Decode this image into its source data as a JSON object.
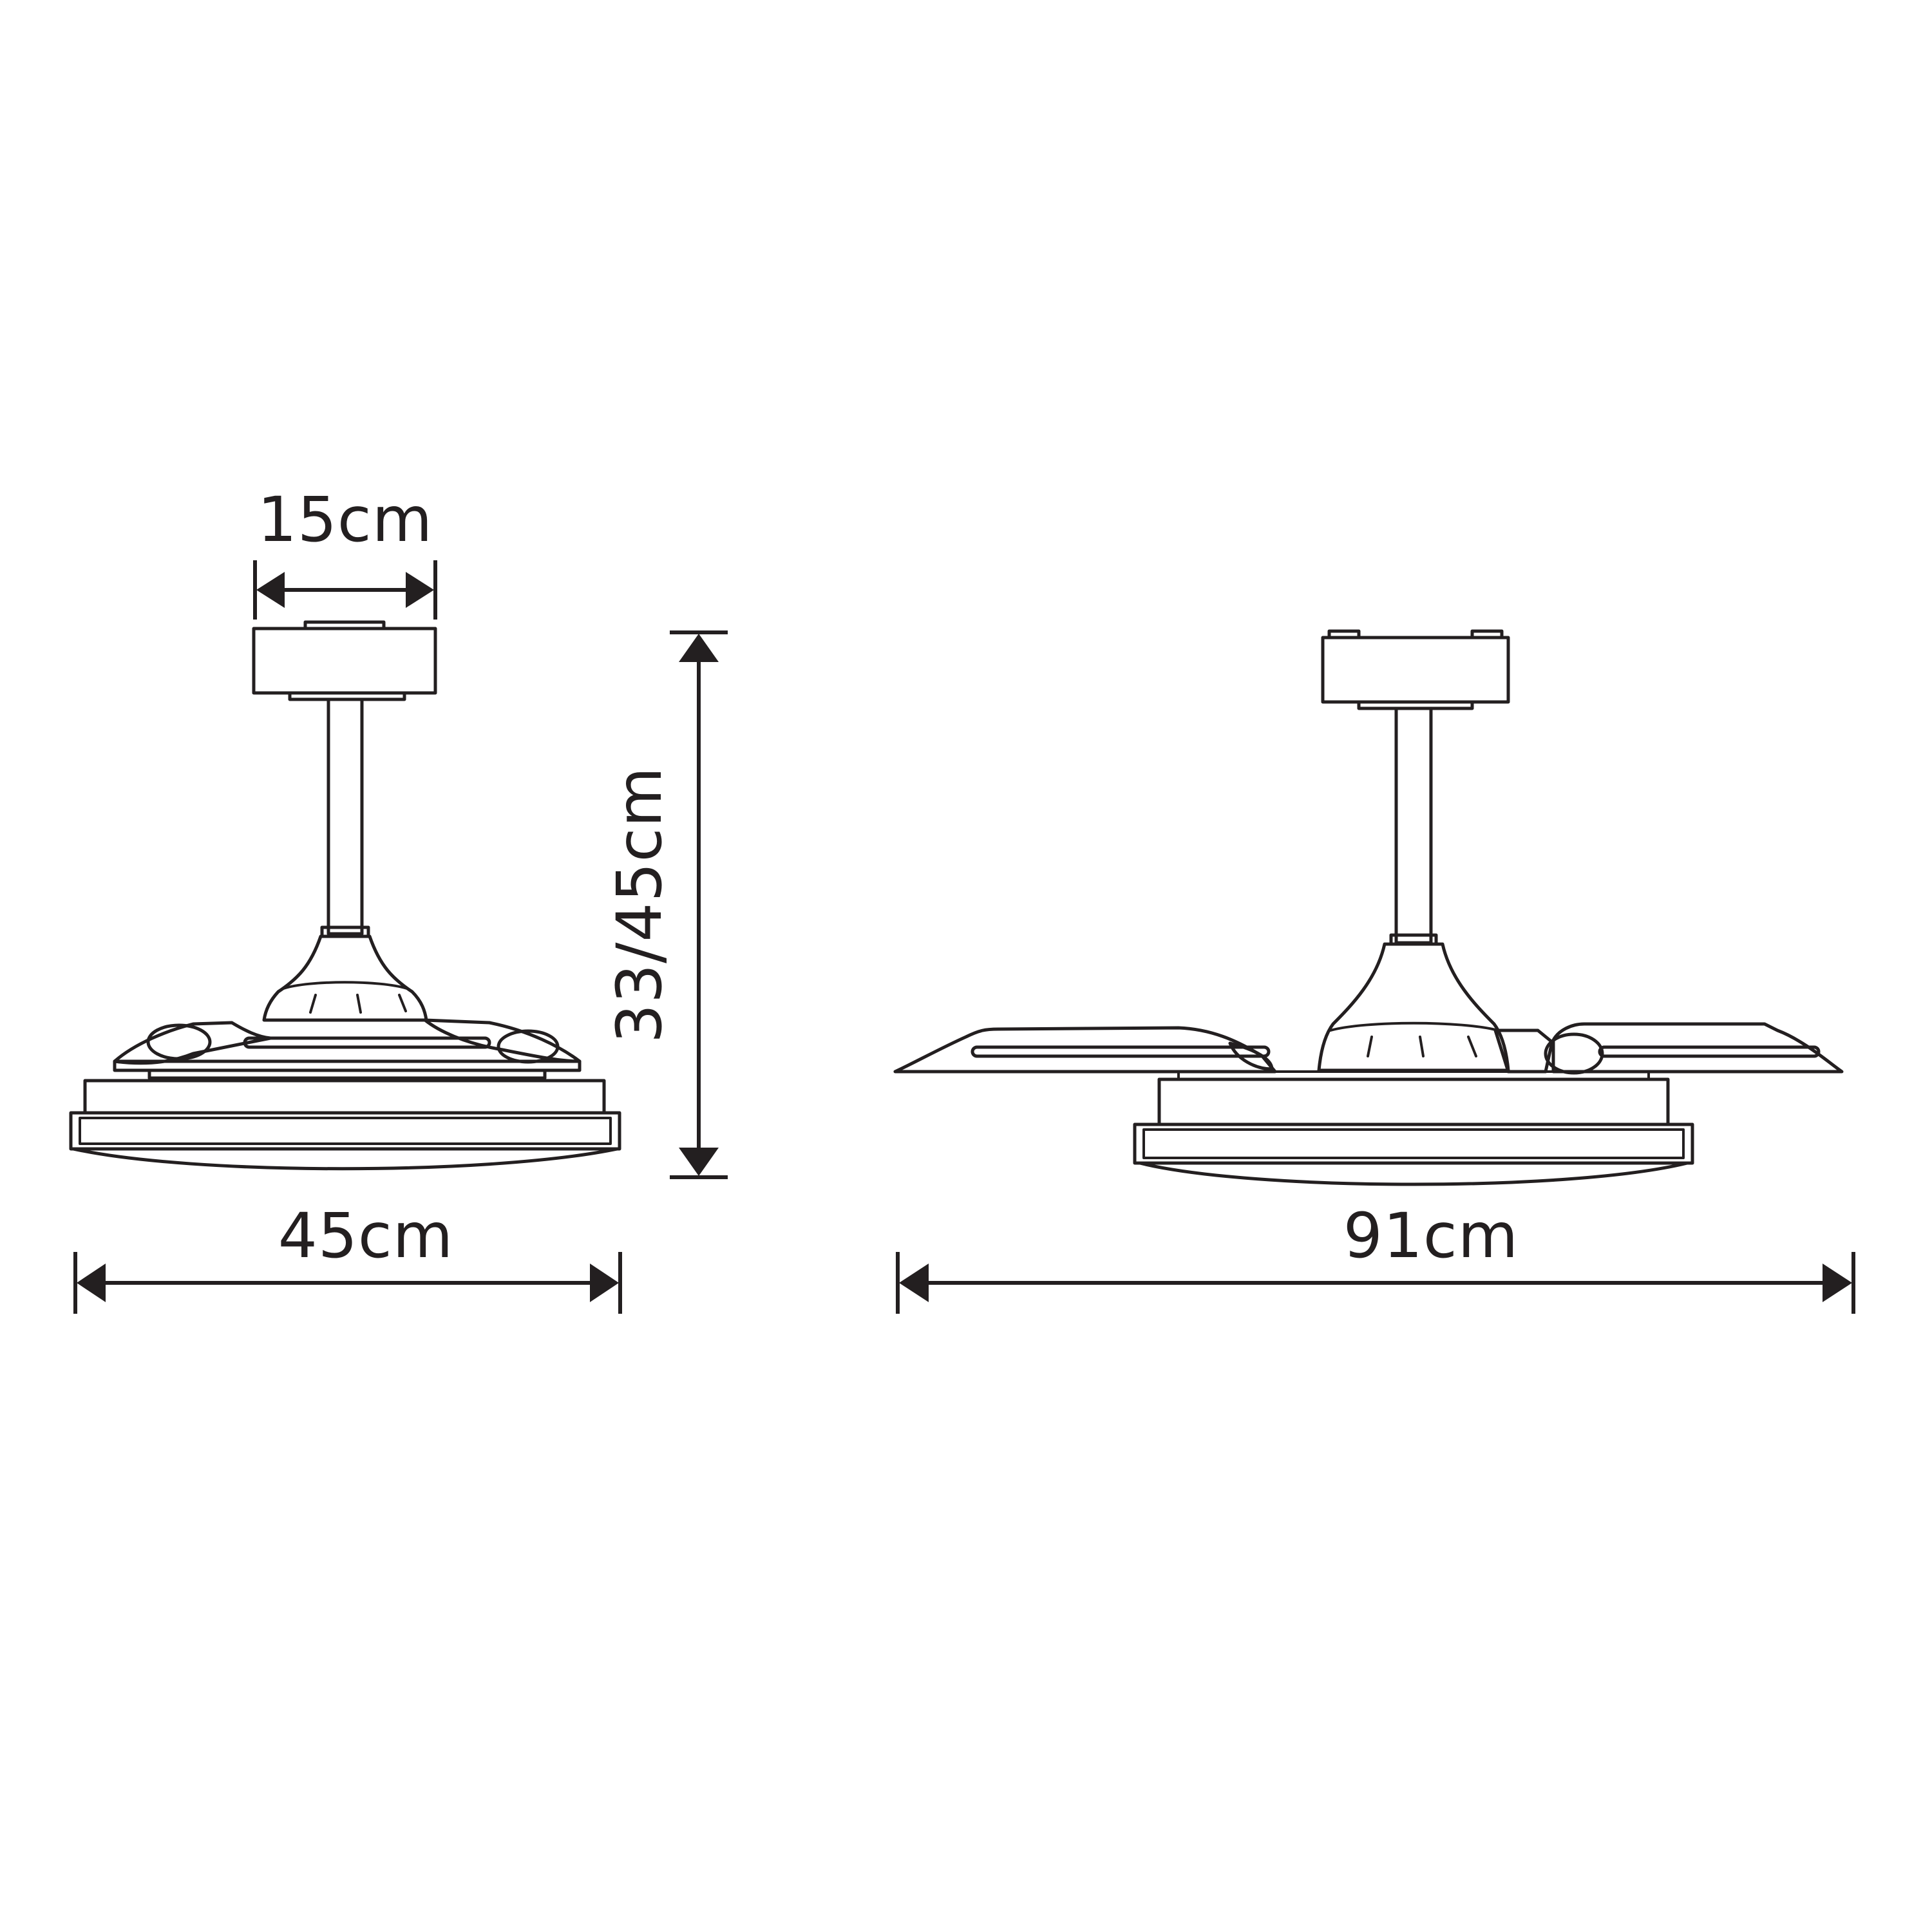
{
  "colors": {
    "line": "#231f20",
    "background": "#ffffff"
  },
  "dimensions": {
    "canopy_width": "15cm",
    "height": "33/45cm",
    "closed_diameter": "45cm",
    "open_diameter": "91cm"
  }
}
